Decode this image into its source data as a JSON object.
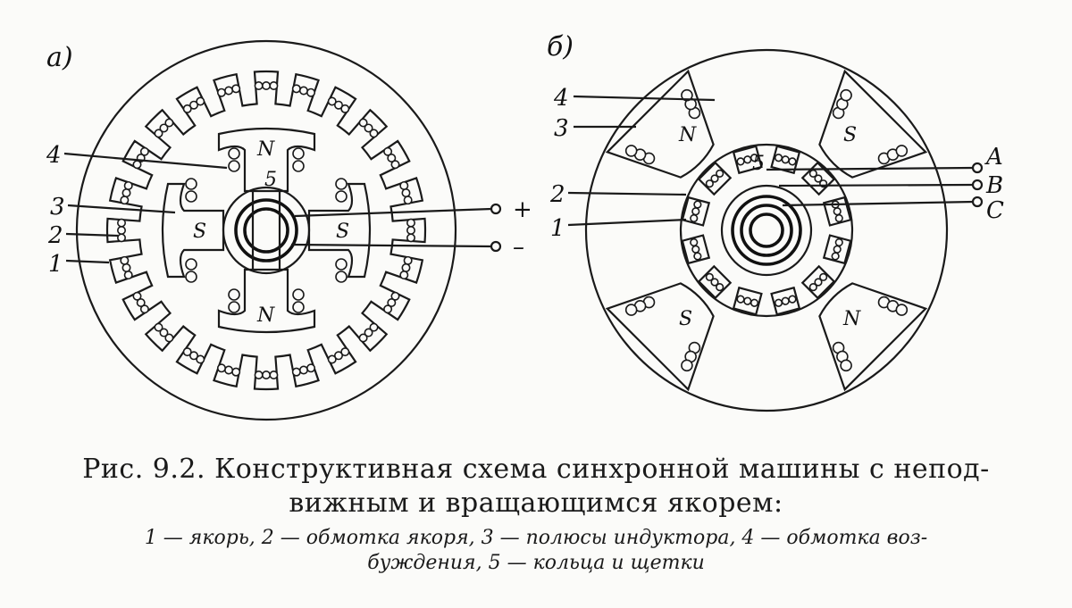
{
  "panels": {
    "a": {
      "label": "а)",
      "poles": [
        "N",
        "N",
        "S",
        "S"
      ],
      "ring_label": "5",
      "terminals": [
        "+",
        "–"
      ],
      "callouts": [
        "4",
        "3",
        "2",
        "1"
      ]
    },
    "b": {
      "label": "б)",
      "poles": [
        "N",
        "S",
        "S",
        "N"
      ],
      "ring_label": "5",
      "terminals": [
        "A",
        "B",
        "C"
      ],
      "callouts": [
        "4",
        "3",
        "2",
        "1"
      ]
    }
  },
  "caption": {
    "line1": "Рис. 9.2. Конструктивная схема синхронной машины с непод-",
    "line2": "вижным и вращающимся якорем:",
    "legend_line1": "1 — якорь, 2 — обмотка якоря, 3 — полюсы индуктора, 4 — обмотка воз-",
    "legend_line2": "буждения, 5 — кольца и щетки"
  },
  "colors": {
    "ink": "#1a1a1a",
    "paper": "#fbfbf9"
  }
}
